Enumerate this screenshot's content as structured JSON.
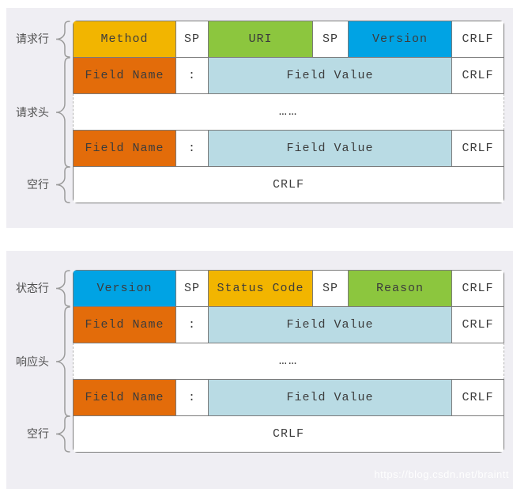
{
  "palette": {
    "panel_bg": "#efeef3",
    "yellow": "#f2b500",
    "green": "#8cc63e",
    "blue": "#00a3e4",
    "orange": "#e36c0a",
    "light_blue": "#b9dbe4",
    "cell_white": "#ffffff",
    "cell_border": "#7b7b7b"
  },
  "request": {
    "section_labels": {
      "line": "请求行",
      "headers": "请求头",
      "blank": "空行"
    },
    "line_row": {
      "cells": [
        {
          "label": "Method",
          "bg": "#f2b500"
        },
        {
          "label": "SP",
          "bg": "#ffffff"
        },
        {
          "label": "URI",
          "bg": "#8cc63e"
        },
        {
          "label": "SP",
          "bg": "#ffffff"
        },
        {
          "label": "Version",
          "bg": "#00a3e4"
        },
        {
          "label": "CRLF",
          "bg": "#ffffff"
        }
      ]
    },
    "header_row_1": {
      "cells": [
        {
          "label": "Field Name",
          "bg": "#e36c0a"
        },
        {
          "label": ":",
          "bg": "#ffffff"
        },
        {
          "label": "Field Value",
          "bg": "#b9dbe4"
        },
        {
          "label": "CRLF",
          "bg": "#ffffff"
        }
      ]
    },
    "ellipsis_row": {
      "label": "……"
    },
    "header_row_2": {
      "cells": [
        {
          "label": "Field Name",
          "bg": "#e36c0a"
        },
        {
          "label": ":",
          "bg": "#ffffff"
        },
        {
          "label": "Field Value",
          "bg": "#b9dbe4"
        },
        {
          "label": "CRLF",
          "bg": "#ffffff"
        }
      ]
    },
    "blank_row": {
      "label": "CRLF"
    }
  },
  "response": {
    "section_labels": {
      "line": "状态行",
      "headers": "响应头",
      "blank": "空行"
    },
    "line_row": {
      "cells": [
        {
          "label": "Version",
          "bg": "#00a3e4"
        },
        {
          "label": "SP",
          "bg": "#ffffff"
        },
        {
          "label": "Status Code",
          "bg": "#f2b500"
        },
        {
          "label": "SP",
          "bg": "#ffffff"
        },
        {
          "label": "Reason",
          "bg": "#8cc63e"
        },
        {
          "label": "CRLF",
          "bg": "#ffffff"
        }
      ]
    },
    "header_row_1": {
      "cells": [
        {
          "label": "Field Name",
          "bg": "#e36c0a"
        },
        {
          "label": ":",
          "bg": "#ffffff"
        },
        {
          "label": "Field Value",
          "bg": "#b9dbe4"
        },
        {
          "label": "CRLF",
          "bg": "#ffffff"
        }
      ]
    },
    "ellipsis_row": {
      "label": "……"
    },
    "header_row_2": {
      "cells": [
        {
          "label": "Field Name",
          "bg": "#e36c0a"
        },
        {
          "label": ":",
          "bg": "#ffffff"
        },
        {
          "label": "Field Value",
          "bg": "#b9dbe4"
        },
        {
          "label": "CRLF",
          "bg": "#ffffff"
        }
      ]
    },
    "blank_row": {
      "label": "CRLF"
    }
  },
  "watermark": "https://blog.csdn.net/braintt"
}
